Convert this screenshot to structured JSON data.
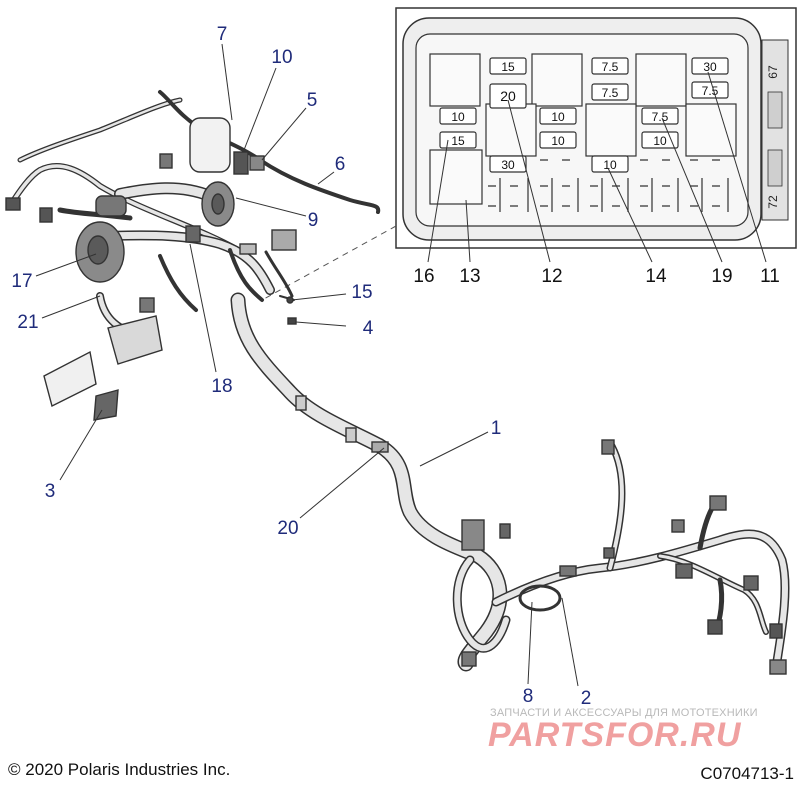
{
  "callouts": {
    "c1": "1",
    "c2": "2",
    "c3": "3",
    "c4": "4",
    "c5": "5",
    "c6": "6",
    "c7": "7",
    "c8": "8",
    "c9": "9",
    "c10": "10",
    "c11": "11",
    "c12": "12",
    "c13": "13",
    "c14": "14",
    "c15": "15",
    "c16": "16",
    "c17": "17",
    "c18": "18",
    "c19": "19",
    "c20": "20",
    "c21": "21"
  },
  "fuse_box": {
    "labels": {
      "f15_top": "15",
      "f75_a": "7.5",
      "f30_top": "30",
      "f20": "20",
      "f75_b": "7.5",
      "f75_c": "7.5",
      "f10_a": "10",
      "f10_b": "10",
      "f75_d": "7.5",
      "f15_left": "15",
      "f10_c": "10",
      "f10_d": "10",
      "f30_bottom": "30",
      "f10_e": "10"
    },
    "side_top": "67",
    "side_bottom": "72"
  },
  "footer": {
    "copyright": "© 2020 Polaris Industries Inc.",
    "figure_id": "C0704713-1"
  },
  "watermark": {
    "small": "ЗАПЧАСТИ И АКСЕССУАРЫ ДЛЯ МОТОТЕХНИКИ",
    "logo": "PARTSFOR.RU"
  },
  "colors": {
    "callout_text": "#1f2b7a",
    "line": "#333333",
    "harness_fill": "#e6e6e6",
    "watermark_logo": "#f0a0a0"
  }
}
